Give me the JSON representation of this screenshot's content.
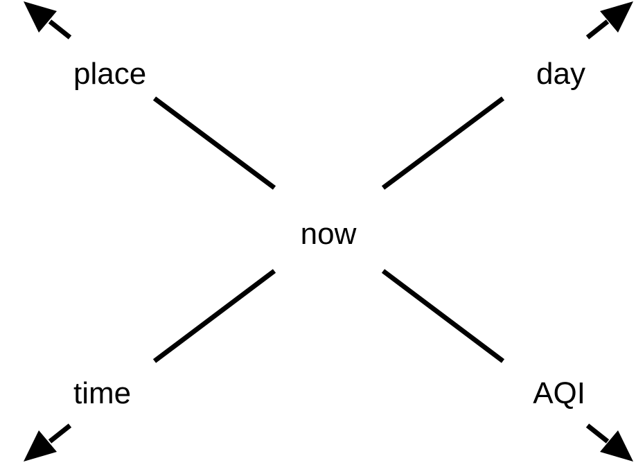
{
  "labels": {
    "center": "now",
    "top_left": "place",
    "top_right": "day",
    "bottom_left": "time",
    "bottom_right": "AQI"
  },
  "colors": {
    "ink": "#000000",
    "background": "#ffffff"
  },
  "icons": {
    "top_left": "arrow-up-left-icon",
    "top_right": "arrow-up-right-icon",
    "bottom_left": "arrow-down-left-icon",
    "bottom_right": "arrow-down-right-icon"
  }
}
